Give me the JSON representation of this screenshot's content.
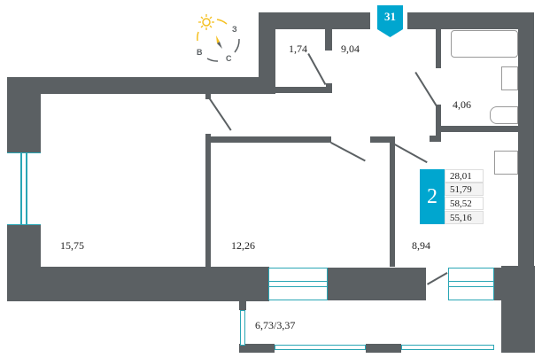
{
  "apartment_number": "31",
  "rooms_count": "2",
  "areas_summary": [
    "28,01",
    "51,79",
    "58,52",
    "55,16"
  ],
  "rooms": {
    "closet": "1,74",
    "hallway": "9,04",
    "bathroom": "4,06",
    "living_room": "15,75",
    "bedroom": "12,26",
    "kitchen": "8,94",
    "balcony": "6,73/3,37"
  },
  "compass": {
    "west": "З",
    "east": "В",
    "north": "С"
  },
  "colors": {
    "wall": "#5b6063",
    "accent": "#00a6cf",
    "window": "#2aa6b5",
    "sun": "#f5c020"
  }
}
